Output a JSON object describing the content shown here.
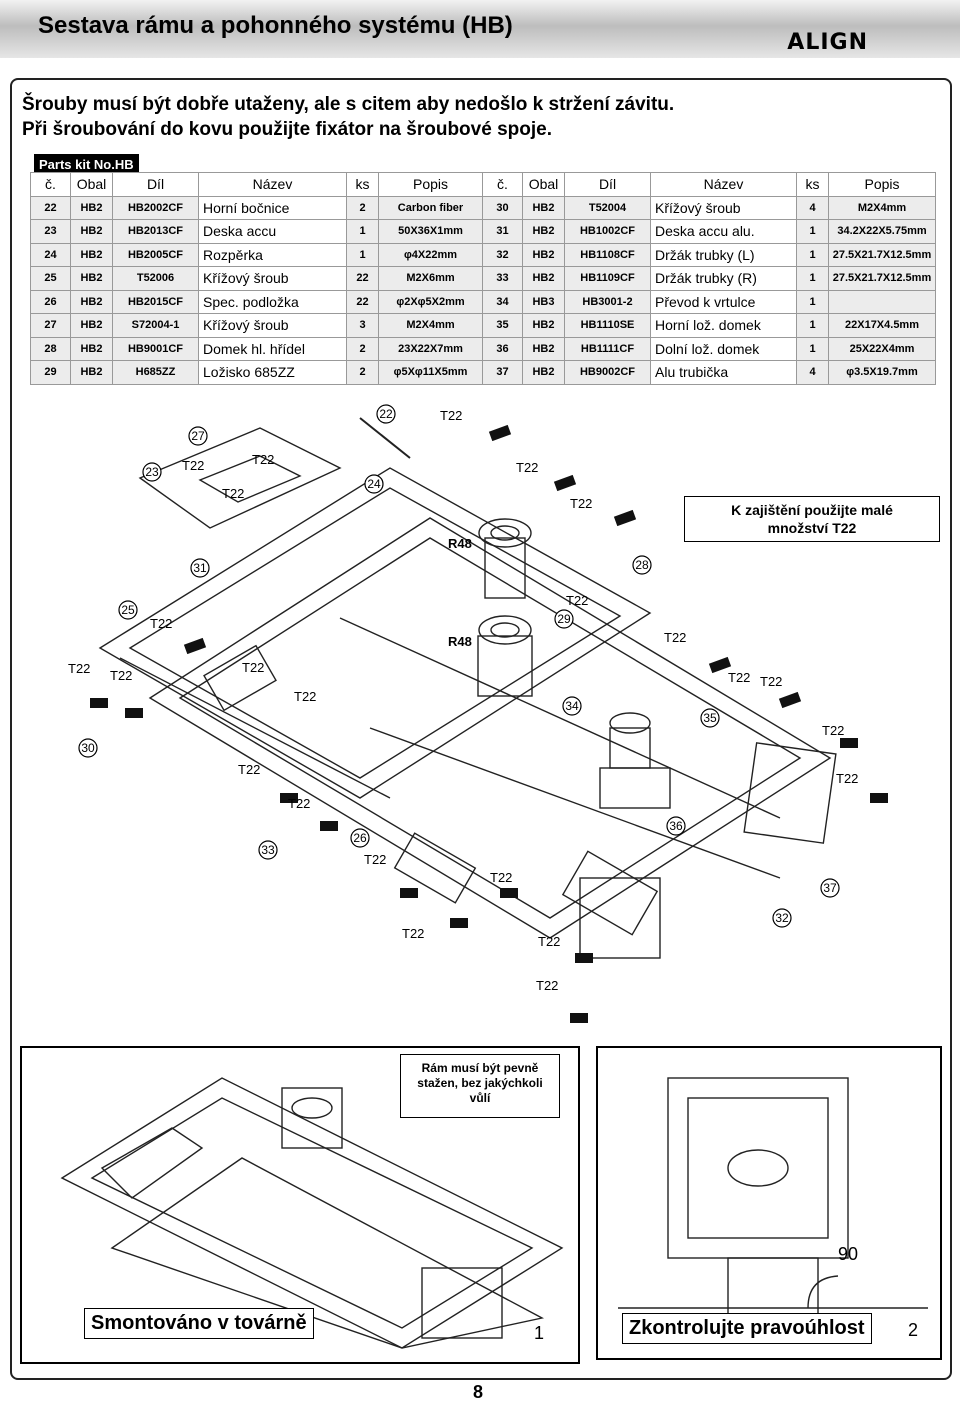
{
  "header": {
    "title": "Sestava rámu a pohonného systému (HB)",
    "logo": "ALIGN"
  },
  "note": {
    "line1": "Šrouby musí být dobře utaženy, ale s citem aby nedošlo k stržení závitu.",
    "line2": "Při šroubování do kovu použijte fixátor na šroubové spoje."
  },
  "kit_label": "Parts kit No.HB",
  "table": {
    "headers": [
      "č.",
      "Obal",
      "Díl",
      "Název",
      "ks",
      "Popis",
      "č.",
      "Obal",
      "Díl",
      "Název",
      "ks",
      "Popis"
    ],
    "rows": [
      [
        "22",
        "HB2",
        "HB2002CF",
        "Horní bočnice",
        "2",
        "Carbon fiber",
        "30",
        "HB2",
        "T52004",
        "Křížový šroub",
        "4",
        "M2X4mm"
      ],
      [
        "23",
        "HB2",
        "HB2013CF",
        "Deska accu",
        "1",
        "50X36X1mm",
        "31",
        "HB2",
        "HB1002CF",
        "Deska accu alu.",
        "1",
        "34.2X22X5.75mm"
      ],
      [
        "24",
        "HB2",
        "HB2005CF",
        "Rozpěrka",
        "1",
        "φ4X22mm",
        "32",
        "HB2",
        "HB1108CF",
        "Držák trubky (L)",
        "1",
        "27.5X21.7X12.5mm"
      ],
      [
        "25",
        "HB2",
        "T52006",
        "Křížový šroub",
        "22",
        "M2X6mm",
        "33",
        "HB2",
        "HB1109CF",
        "Držák trubky (R)",
        "1",
        "27.5X21.7X12.5mm"
      ],
      [
        "26",
        "HB2",
        "HB2015CF",
        "Spec. podložka",
        "22",
        "φ2Xφ5X2mm",
        "34",
        "HB3",
        "HB3001-2",
        "Převod k vrtulce",
        "1",
        ""
      ],
      [
        "27",
        "HB2",
        "S72004-1",
        "Křížový šroub",
        "3",
        "M2X4mm",
        "35",
        "HB2",
        "HB1110SE",
        "Horní lož. domek",
        "1",
        "22X17X4.5mm"
      ],
      [
        "28",
        "HB2",
        "HB9001CF",
        "Domek hl. hřídel",
        "2",
        "23X22X7mm",
        "36",
        "HB2",
        "HB1111CF",
        "Dolní lož. domek",
        "1",
        "25X22X4mm"
      ],
      [
        "29",
        "HB2",
        "H685ZZ",
        "Ložisko 685ZZ",
        "2",
        "φ5Xφ11X5mm",
        "37",
        "HB2",
        "HB9002CF",
        "Alu trubička",
        "4",
        "φ3.5X19.7mm"
      ]
    ]
  },
  "diagram": {
    "callout": {
      "line1": "K zajištění použijte malé",
      "line2": "množství T22"
    },
    "t22": "T22",
    "r48": "R48",
    "markers": [
      "22",
      "27",
      "23",
      "24",
      "31",
      "28",
      "29",
      "25",
      "30",
      "34",
      "35",
      "36",
      "26",
      "33",
      "37",
      "32"
    ]
  },
  "panel1": {
    "note1": "Rám musí být pevně",
    "note2": "stažen, bez jakýchkoli",
    "note3": "vůlí",
    "caption": "Smontováno v továrně",
    "number": "1"
  },
  "panel2": {
    "caption": "Zkontrolujte pravoúhlost",
    "number": "2",
    "angle": "90"
  },
  "page_number": "8"
}
